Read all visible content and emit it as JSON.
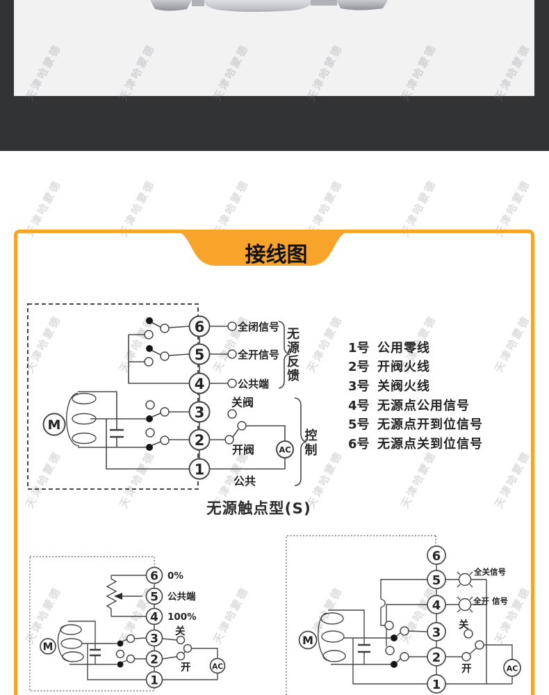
{
  "colors": {
    "accent": "#F8A32A",
    "header_band": "#323335",
    "photo_bg": "#f2f2f3"
  },
  "watermark": {
    "text": "天津哈蒙德"
  },
  "banner": {
    "title": "接线图"
  },
  "legend": {
    "rows": [
      {
        "num": "1号",
        "label": "公用零线"
      },
      {
        "num": "2号",
        "label": "开阀火线"
      },
      {
        "num": "3号",
        "label": "关阀火线"
      },
      {
        "num": "4号",
        "label": "无源点公用信号"
      },
      {
        "num": "5号",
        "label": "无源点开到位信号"
      },
      {
        "num": "6号",
        "label": "无源点关到位信号"
      }
    ]
  },
  "diagram_main": {
    "caption": "无源触点型(S)",
    "motor": "M",
    "ac": "AC",
    "terminals": {
      "t6": "6",
      "t5": "5",
      "t4": "4",
      "t3": "3",
      "t2": "2",
      "t1": "1"
    },
    "labels": {
      "full_close_signal": "全闭信号",
      "full_open_signal": "全开信号",
      "common_end": "公共端",
      "feedback_group": "无源反馈",
      "close_valve": "关阀",
      "open_valve": "开阀",
      "common": "公共",
      "control_group": "控制"
    }
  },
  "diagram_pot": {
    "motor": "M",
    "ac": "AC",
    "terminals": {
      "t6": "6",
      "t5": "5",
      "t4": "4",
      "t3": "3",
      "t2": "2",
      "t1": "1"
    },
    "labels": {
      "p0": "0%",
      "common_end": "公共端",
      "p100": "100%",
      "close": "关",
      "open": "开"
    }
  },
  "diagram_lamp": {
    "motor": "M",
    "ac": "AC",
    "terminals": {
      "t6": "6",
      "t5": "5",
      "t4": "4",
      "t3": "3",
      "t2": "2",
      "t1": "1"
    },
    "labels": {
      "full_close_signal": "全关信号",
      "full_open_signal": "全开 信号",
      "close": "关",
      "open": "开"
    }
  }
}
